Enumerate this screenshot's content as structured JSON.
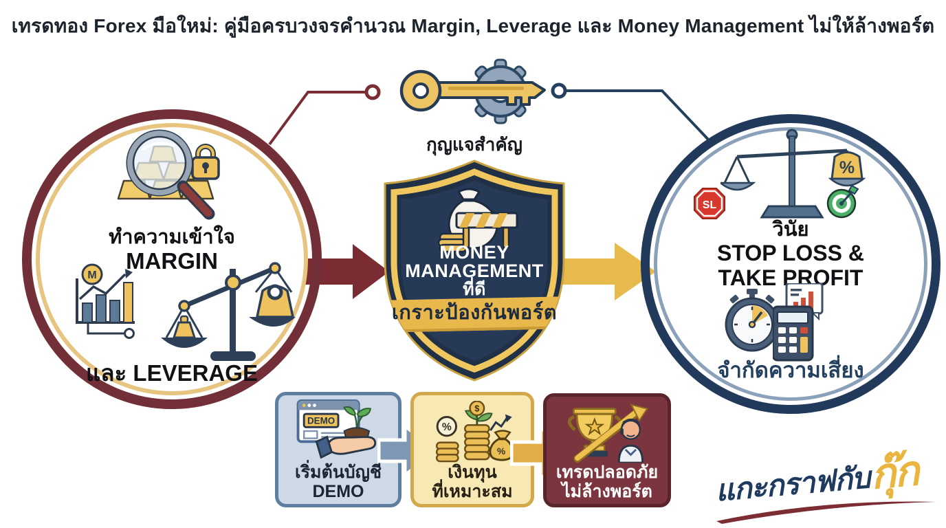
{
  "title": "เทรดทอง Forex มือใหม่: คู่มือครบวงจรคำนวณ Margin, Leverage และ Money Management ไม่ให้ล้างพอร์ต",
  "key": {
    "label": "กุญแจสำคัญ"
  },
  "left_circle": {
    "heading1": "ทำความเข้าใจ",
    "heading2": "MARGIN",
    "footer": "และ LEVERAGE"
  },
  "shield": {
    "line1": "MONEY",
    "line2": "MANAGEMENT",
    "line3": "ที่ดี",
    "banner": "เกราะป้องกันพอร์ต"
  },
  "right_circle": {
    "heading": "วินัย",
    "line1": "STOP LOSS &",
    "line2": "TAKE PROFIT",
    "footer": "จำกัดความเสี่ยง"
  },
  "steps": [
    {
      "line1": "เริ่มต้นบัญชี",
      "line2": "DEMO"
    },
    {
      "line1": "เงินทุน",
      "line2": "ที่เหมาะสม"
    },
    {
      "line1": "เทรดปลอดภัย",
      "line2": "ไม่ล้างพอร์ต"
    }
  ],
  "logo": {
    "main": "แกะกราฟกับ",
    "accent": "กุ๊ก"
  },
  "icons": {
    "m_coin": "M",
    "demo_badge": "DEMO",
    "sl_badge": "SL",
    "percent": "%",
    "dollar": "$"
  },
  "colors": {
    "maroon": "#722F37",
    "navy": "#21395A",
    "gold": "#E8B84C",
    "slate": "#7D93AD",
    "red": "#D8382E",
    "green": "#4CAF68",
    "box1_fill": "#CDD9E6",
    "box2_fill": "#F8E8B4",
    "box3_fill": "#7B353E"
  }
}
